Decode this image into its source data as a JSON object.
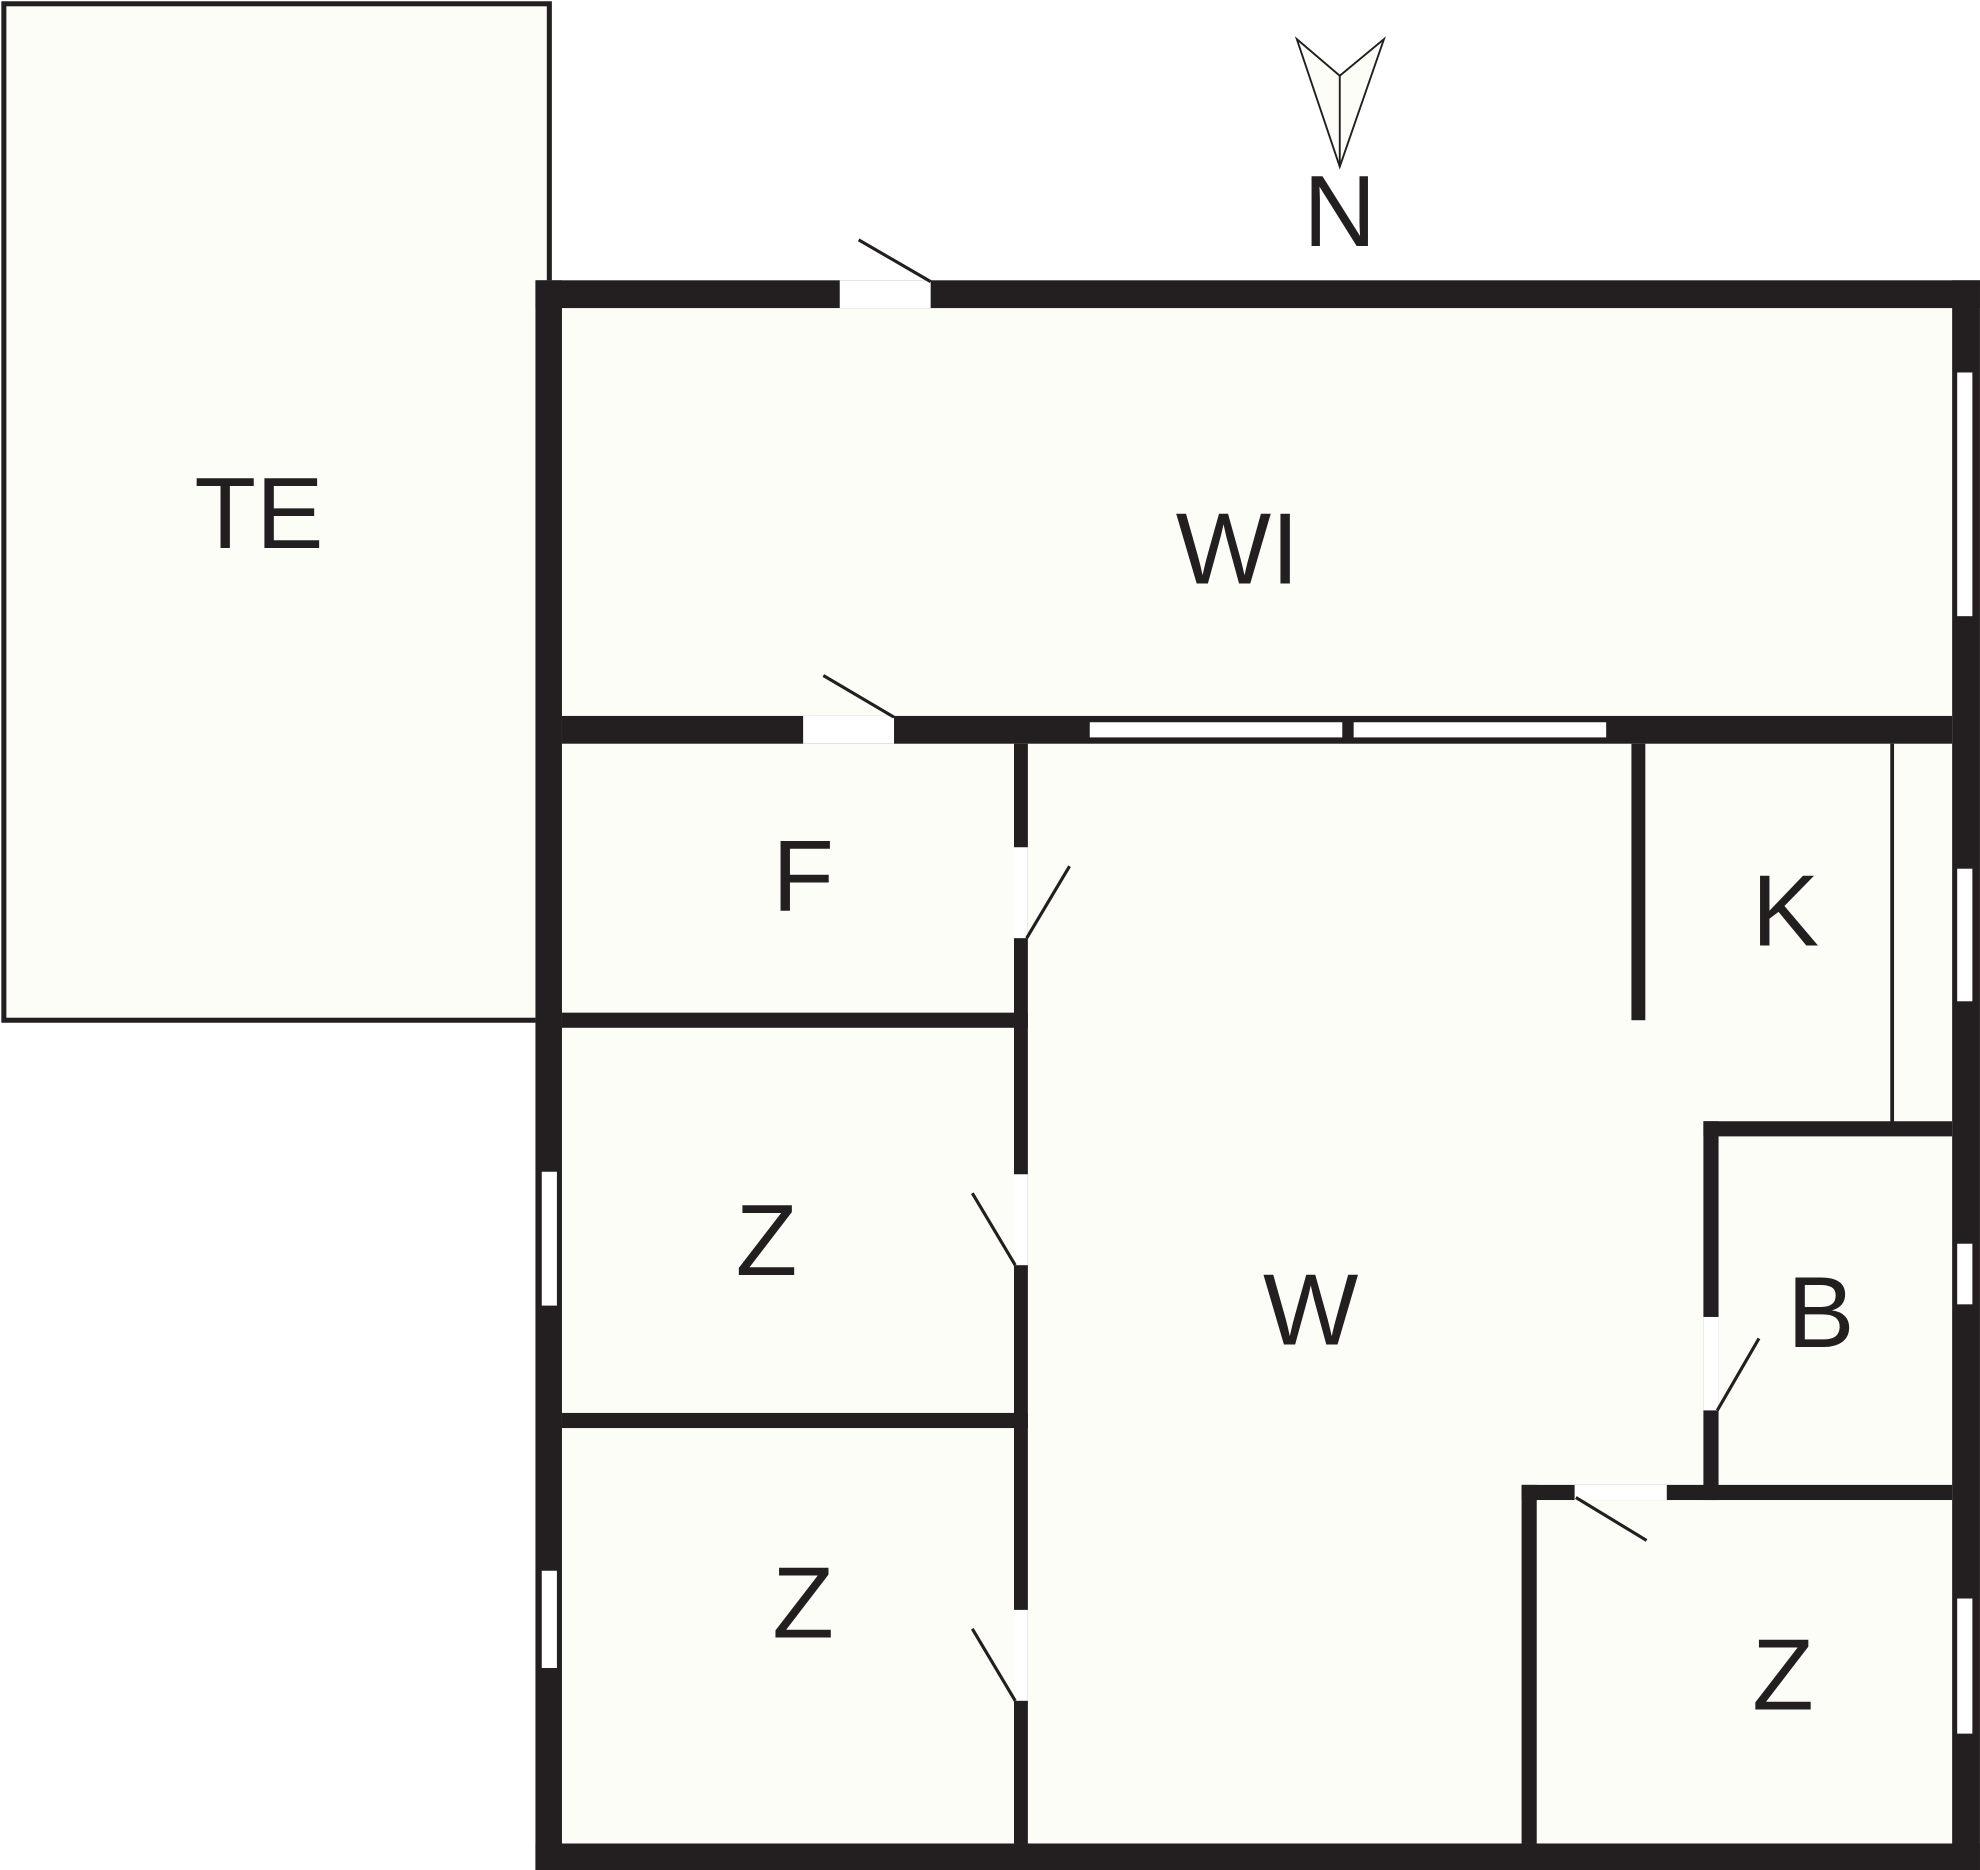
{
  "plan": {
    "north_label": "N",
    "rooms": {
      "terrace": "TE",
      "wi": "WI",
      "f": "F",
      "k": "K",
      "z1": "Z",
      "w": "W",
      "b": "B",
      "z2": "Z",
      "z3": "Z"
    },
    "colors": {
      "wall": "#231f20",
      "floor": "#fdfdf8",
      "opening": "#ffffff"
    }
  }
}
